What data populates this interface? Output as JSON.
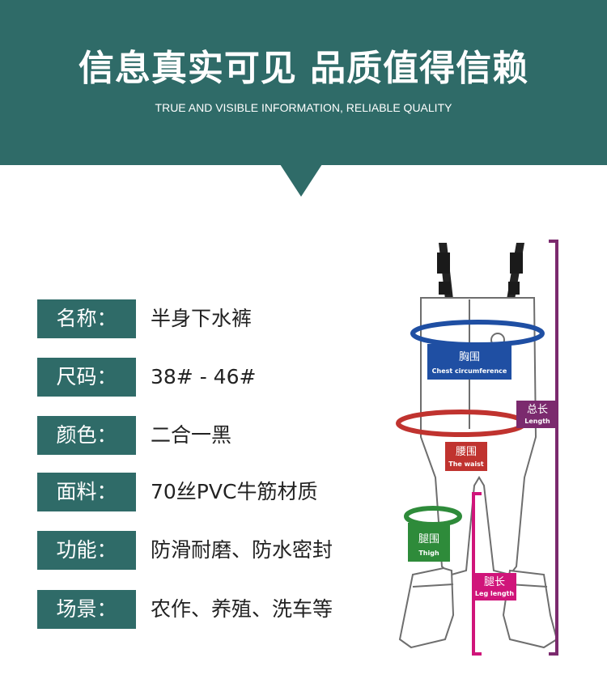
{
  "header": {
    "headline": "信息真实可见 品质值得信赖",
    "subline": "TRUE AND VISIBLE INFORMATION, RELIABLE QUALITY"
  },
  "specs": [
    {
      "label": "名称：",
      "value": "半身下水裤"
    },
    {
      "label": "尺码：",
      "value": "38# - 46#"
    },
    {
      "label": "颜色：",
      "value": "二合一黑"
    },
    {
      "label": "面料：",
      "value": "70丝PVC牛筋材质"
    },
    {
      "label": "功能：",
      "value": "防滑耐磨、防水密封"
    },
    {
      "label": "场景：",
      "value": "农作、养殖、洗车等"
    }
  ],
  "measurements": {
    "chest": {
      "title": "胸围",
      "subtitle": "Chest circumference"
    },
    "waist": {
      "title": "腰围",
      "subtitle": "The waist"
    },
    "thigh": {
      "title": "腿围",
      "subtitle": "Thigh"
    },
    "length": {
      "title": "总长",
      "subtitle": "Length"
    },
    "leg": {
      "title": "腿长",
      "subtitle": "Leg length"
    }
  },
  "colors": {
    "banner": "#2f6b68",
    "chest": "#1f4fa3",
    "waist": "#c0332f",
    "thigh": "#2e8b3a",
    "length": "#7b2a6e",
    "leg": "#d0157a"
  }
}
